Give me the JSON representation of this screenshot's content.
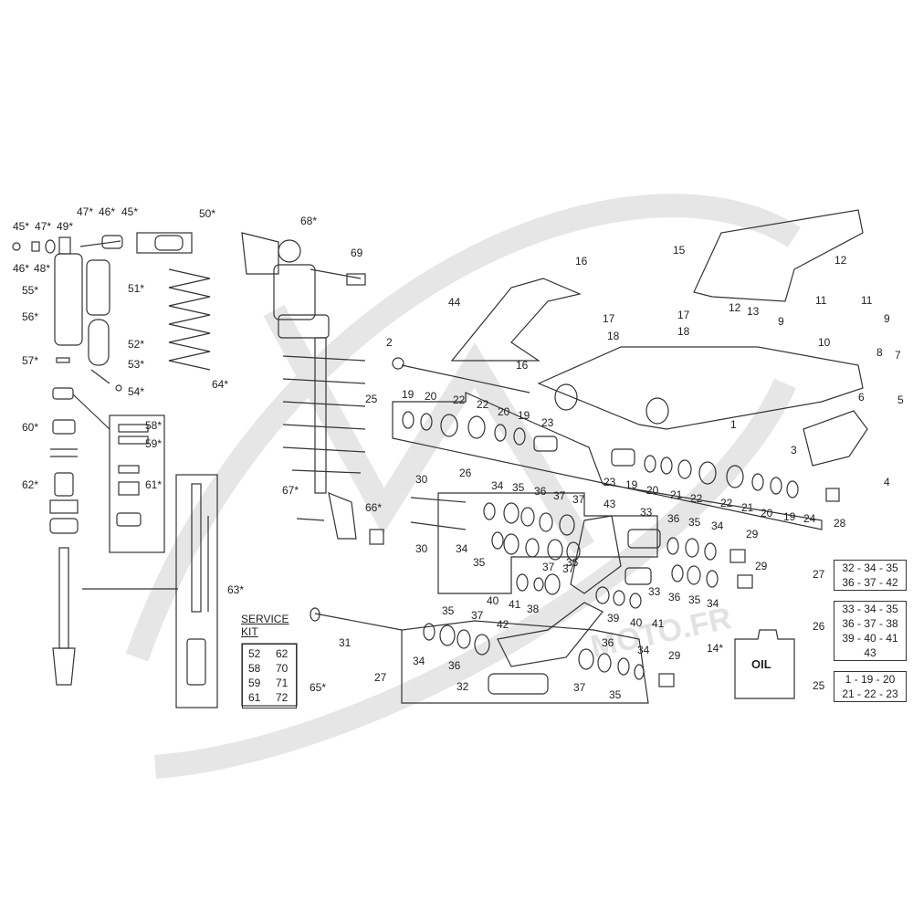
{
  "diagram": {
    "part_labels": [
      {
        "id": "45a",
        "text": "45*"
      },
      {
        "id": "47a",
        "text": "47*"
      },
      {
        "id": "49",
        "text": "49*"
      },
      {
        "id": "47b",
        "text": "47*"
      },
      {
        "id": "46a",
        "text": "46*"
      },
      {
        "id": "45b",
        "text": "45*"
      },
      {
        "id": "50",
        "text": "50*"
      },
      {
        "id": "46b",
        "text": "46*"
      },
      {
        "id": "48",
        "text": "48*"
      },
      {
        "id": "55",
        "text": "55*"
      },
      {
        "id": "51",
        "text": "51*"
      },
      {
        "id": "56",
        "text": "56*"
      },
      {
        "id": "52",
        "text": "52*"
      },
      {
        "id": "53",
        "text": "53*"
      },
      {
        "id": "57",
        "text": "57*"
      },
      {
        "id": "54",
        "text": "54*"
      },
      {
        "id": "64",
        "text": "64*"
      },
      {
        "id": "60",
        "text": "60*"
      },
      {
        "id": "58",
        "text": "58*"
      },
      {
        "id": "59",
        "text": "59*"
      },
      {
        "id": "61",
        "text": "61*"
      },
      {
        "id": "62",
        "text": "62*"
      },
      {
        "id": "63",
        "text": "63*"
      },
      {
        "id": "65",
        "text": "65*"
      },
      {
        "id": "68",
        "text": "68*"
      },
      {
        "id": "69",
        "text": "69"
      },
      {
        "id": "67",
        "text": "67*"
      },
      {
        "id": "66",
        "text": "66*"
      },
      {
        "id": "44",
        "text": "44"
      },
      {
        "id": "16a",
        "text": "16"
      },
      {
        "id": "16b",
        "text": "16"
      },
      {
        "id": "17a",
        "text": "17"
      },
      {
        "id": "18a",
        "text": "18"
      },
      {
        "id": "17b",
        "text": "17"
      },
      {
        "id": "18b",
        "text": "18"
      },
      {
        "id": "15",
        "text": "15"
      },
      {
        "id": "12a",
        "text": "12"
      },
      {
        "id": "12b",
        "text": "12"
      },
      {
        "id": "13",
        "text": "13"
      },
      {
        "id": "11a",
        "text": "11"
      },
      {
        "id": "11b",
        "text": "11"
      },
      {
        "id": "9a",
        "text": "9"
      },
      {
        "id": "9b",
        "text": "9"
      },
      {
        "id": "10",
        "text": "10"
      },
      {
        "id": "8",
        "text": "8"
      },
      {
        "id": "7",
        "text": "7"
      },
      {
        "id": "6",
        "text": "6"
      },
      {
        "id": "5",
        "text": "5"
      },
      {
        "id": "3",
        "text": "3"
      },
      {
        "id": "4",
        "text": "4"
      },
      {
        "id": "1",
        "text": "1"
      },
      {
        "id": "2",
        "text": "2"
      },
      {
        "id": "25a",
        "text": "25"
      },
      {
        "id": "19a",
        "text": "19"
      },
      {
        "id": "20a",
        "text": "20"
      },
      {
        "id": "22a",
        "text": "22"
      },
      {
        "id": "22b",
        "text": "22"
      },
      {
        "id": "20b",
        "text": "20"
      },
      {
        "id": "19b",
        "text": "19"
      },
      {
        "id": "23a",
        "text": "23"
      },
      {
        "id": "23b",
        "text": "23"
      },
      {
        "id": "19c",
        "text": "19"
      },
      {
        "id": "20c",
        "text": "20"
      },
      {
        "id": "21a",
        "text": "21"
      },
      {
        "id": "22c",
        "text": "22"
      },
      {
        "id": "22d",
        "text": "22"
      },
      {
        "id": "21b",
        "text": "21"
      },
      {
        "id": "20d",
        "text": "20"
      },
      {
        "id": "19d",
        "text": "19"
      },
      {
        "id": "24",
        "text": "24"
      },
      {
        "id": "28",
        "text": "28"
      },
      {
        "id": "26a",
        "text": "26"
      },
      {
        "id": "30a",
        "text": "30"
      },
      {
        "id": "30b",
        "text": "30"
      },
      {
        "id": "34a",
        "text": "34"
      },
      {
        "id": "35a",
        "text": "35"
      },
      {
        "id": "36a",
        "text": "36"
      },
      {
        "id": "37a",
        "text": "37"
      },
      {
        "id": "37b",
        "text": "37"
      },
      {
        "id": "43",
        "text": "43"
      },
      {
        "id": "33a",
        "text": "33"
      },
      {
        "id": "36b",
        "text": "36"
      },
      {
        "id": "35b",
        "text": "35"
      },
      {
        "id": "34b",
        "text": "34"
      },
      {
        "id": "34c",
        "text": "34"
      },
      {
        "id": "35c",
        "text": "35"
      },
      {
        "id": "36c",
        "text": "36"
      },
      {
        "id": "37c",
        "text": "37"
      },
      {
        "id": "37d",
        "text": "37"
      },
      {
        "id": "29a",
        "text": "29"
      },
      {
        "id": "29b",
        "text": "29"
      },
      {
        "id": "33b",
        "text": "33"
      },
      {
        "id": "36d",
        "text": "36"
      },
      {
        "id": "35d",
        "text": "35"
      },
      {
        "id": "34d",
        "text": "34"
      },
      {
        "id": "40a",
        "text": "40"
      },
      {
        "id": "41a",
        "text": "41"
      },
      {
        "id": "38",
        "text": "38"
      },
      {
        "id": "39",
        "text": "39"
      },
      {
        "id": "40b",
        "text": "40"
      },
      {
        "id": "41b",
        "text": "41"
      },
      {
        "id": "31",
        "text": "31"
      },
      {
        "id": "35e",
        "text": "35"
      },
      {
        "id": "37e",
        "text": "37"
      },
      {
        "id": "42",
        "text": "42"
      },
      {
        "id": "34e",
        "text": "34"
      },
      {
        "id": "36e",
        "text": "36"
      },
      {
        "id": "27a",
        "text": "27"
      },
      {
        "id": "32",
        "text": "32"
      },
      {
        "id": "36f",
        "text": "36"
      },
      {
        "id": "34f",
        "text": "34"
      },
      {
        "id": "37f",
        "text": "37"
      },
      {
        "id": "35f",
        "text": "35"
      },
      {
        "id": "29c",
        "text": "29"
      },
      {
        "id": "14",
        "text": "14*"
      },
      {
        "id": "27b",
        "text": "27"
      },
      {
        "id": "26b",
        "text": "26"
      },
      {
        "id": "25b",
        "text": "25"
      }
    ],
    "service_kit": {
      "title_line1": "SERVICE",
      "title_line2": "KIT",
      "items": [
        "52",
        "62",
        "58",
        "70",
        "59",
        "71",
        "61",
        "72"
      ]
    },
    "kit_boxes": {
      "k27": [
        "32 - 34 - 35",
        "36 - 37 - 42"
      ],
      "k26": [
        "33 - 34 - 35",
        "36 - 37 - 38",
        "39 - 40 - 41",
        "43"
      ],
      "k25": [
        "1 - 19 - 20",
        "21 - 22 - 23"
      ]
    },
    "oil_label": "OIL",
    "watermark_text": "MOTO.FR"
  }
}
